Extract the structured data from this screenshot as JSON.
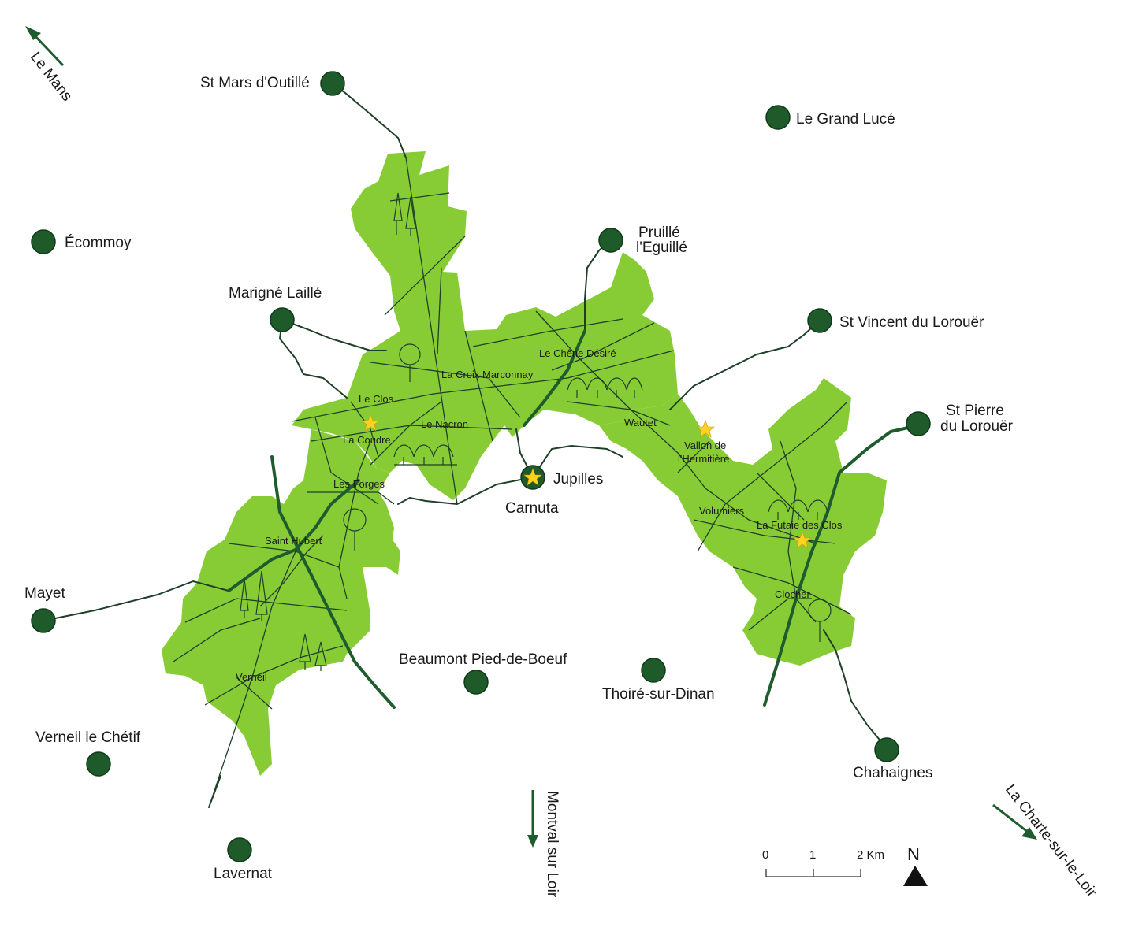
{
  "towns": [
    {
      "name": "St Mars d'Outillé"
    },
    {
      "name": "Le Grand Lucé"
    },
    {
      "name": "Écommoy"
    },
    {
      "name": "Pruillé",
      "name2": "l'Eguillé"
    },
    {
      "name": "Marigné Laillé"
    },
    {
      "name": "St Vincent du Lorouër"
    },
    {
      "name": "St Pierre",
      "name2": "du Lorouër"
    },
    {
      "name": "Jupilles"
    },
    {
      "name": "Carnuta"
    },
    {
      "name": "Mayet"
    },
    {
      "name": "Beaumont Pied-de-Boeuf"
    },
    {
      "name": "Thoiré-sur-Dinan"
    },
    {
      "name": "Verneil le Chétif"
    },
    {
      "name": "Chahaignes"
    },
    {
      "name": "Lavernat"
    }
  ],
  "places": [
    {
      "name": "Le Clos"
    },
    {
      "name": "La Coudre"
    },
    {
      "name": "Le Nacron"
    },
    {
      "name": "La Croix Marconnay"
    },
    {
      "name": "Le Chêne Désiré"
    },
    {
      "name": "Wautet"
    },
    {
      "name": "Vallon de",
      "name2": "l'Hermitière"
    },
    {
      "name": "Les Forges"
    },
    {
      "name": "Saint Hubert"
    },
    {
      "name": "Volumiers"
    },
    {
      "name": "La Futaie des Clos"
    },
    {
      "name": "Clocher"
    },
    {
      "name": "Verneil"
    }
  ],
  "directions": [
    {
      "label": "Le Mans"
    },
    {
      "label": "Montval sur Loir"
    },
    {
      "label": "La Charte-sur-le-Loir"
    }
  ],
  "scale": {
    "t0": "0",
    "t1": "1",
    "t2": "2 Km"
  },
  "north": {
    "label": "N"
  },
  "colors": {
    "forest": "#88cc35",
    "town": "#1e5a2a",
    "star": "#ffd21f",
    "road": "#1f3f28"
  },
  "icons": [
    "town-dot-icon",
    "star-icon",
    "tree-icon",
    "north-arrow-icon",
    "direction-arrow-icon"
  ]
}
